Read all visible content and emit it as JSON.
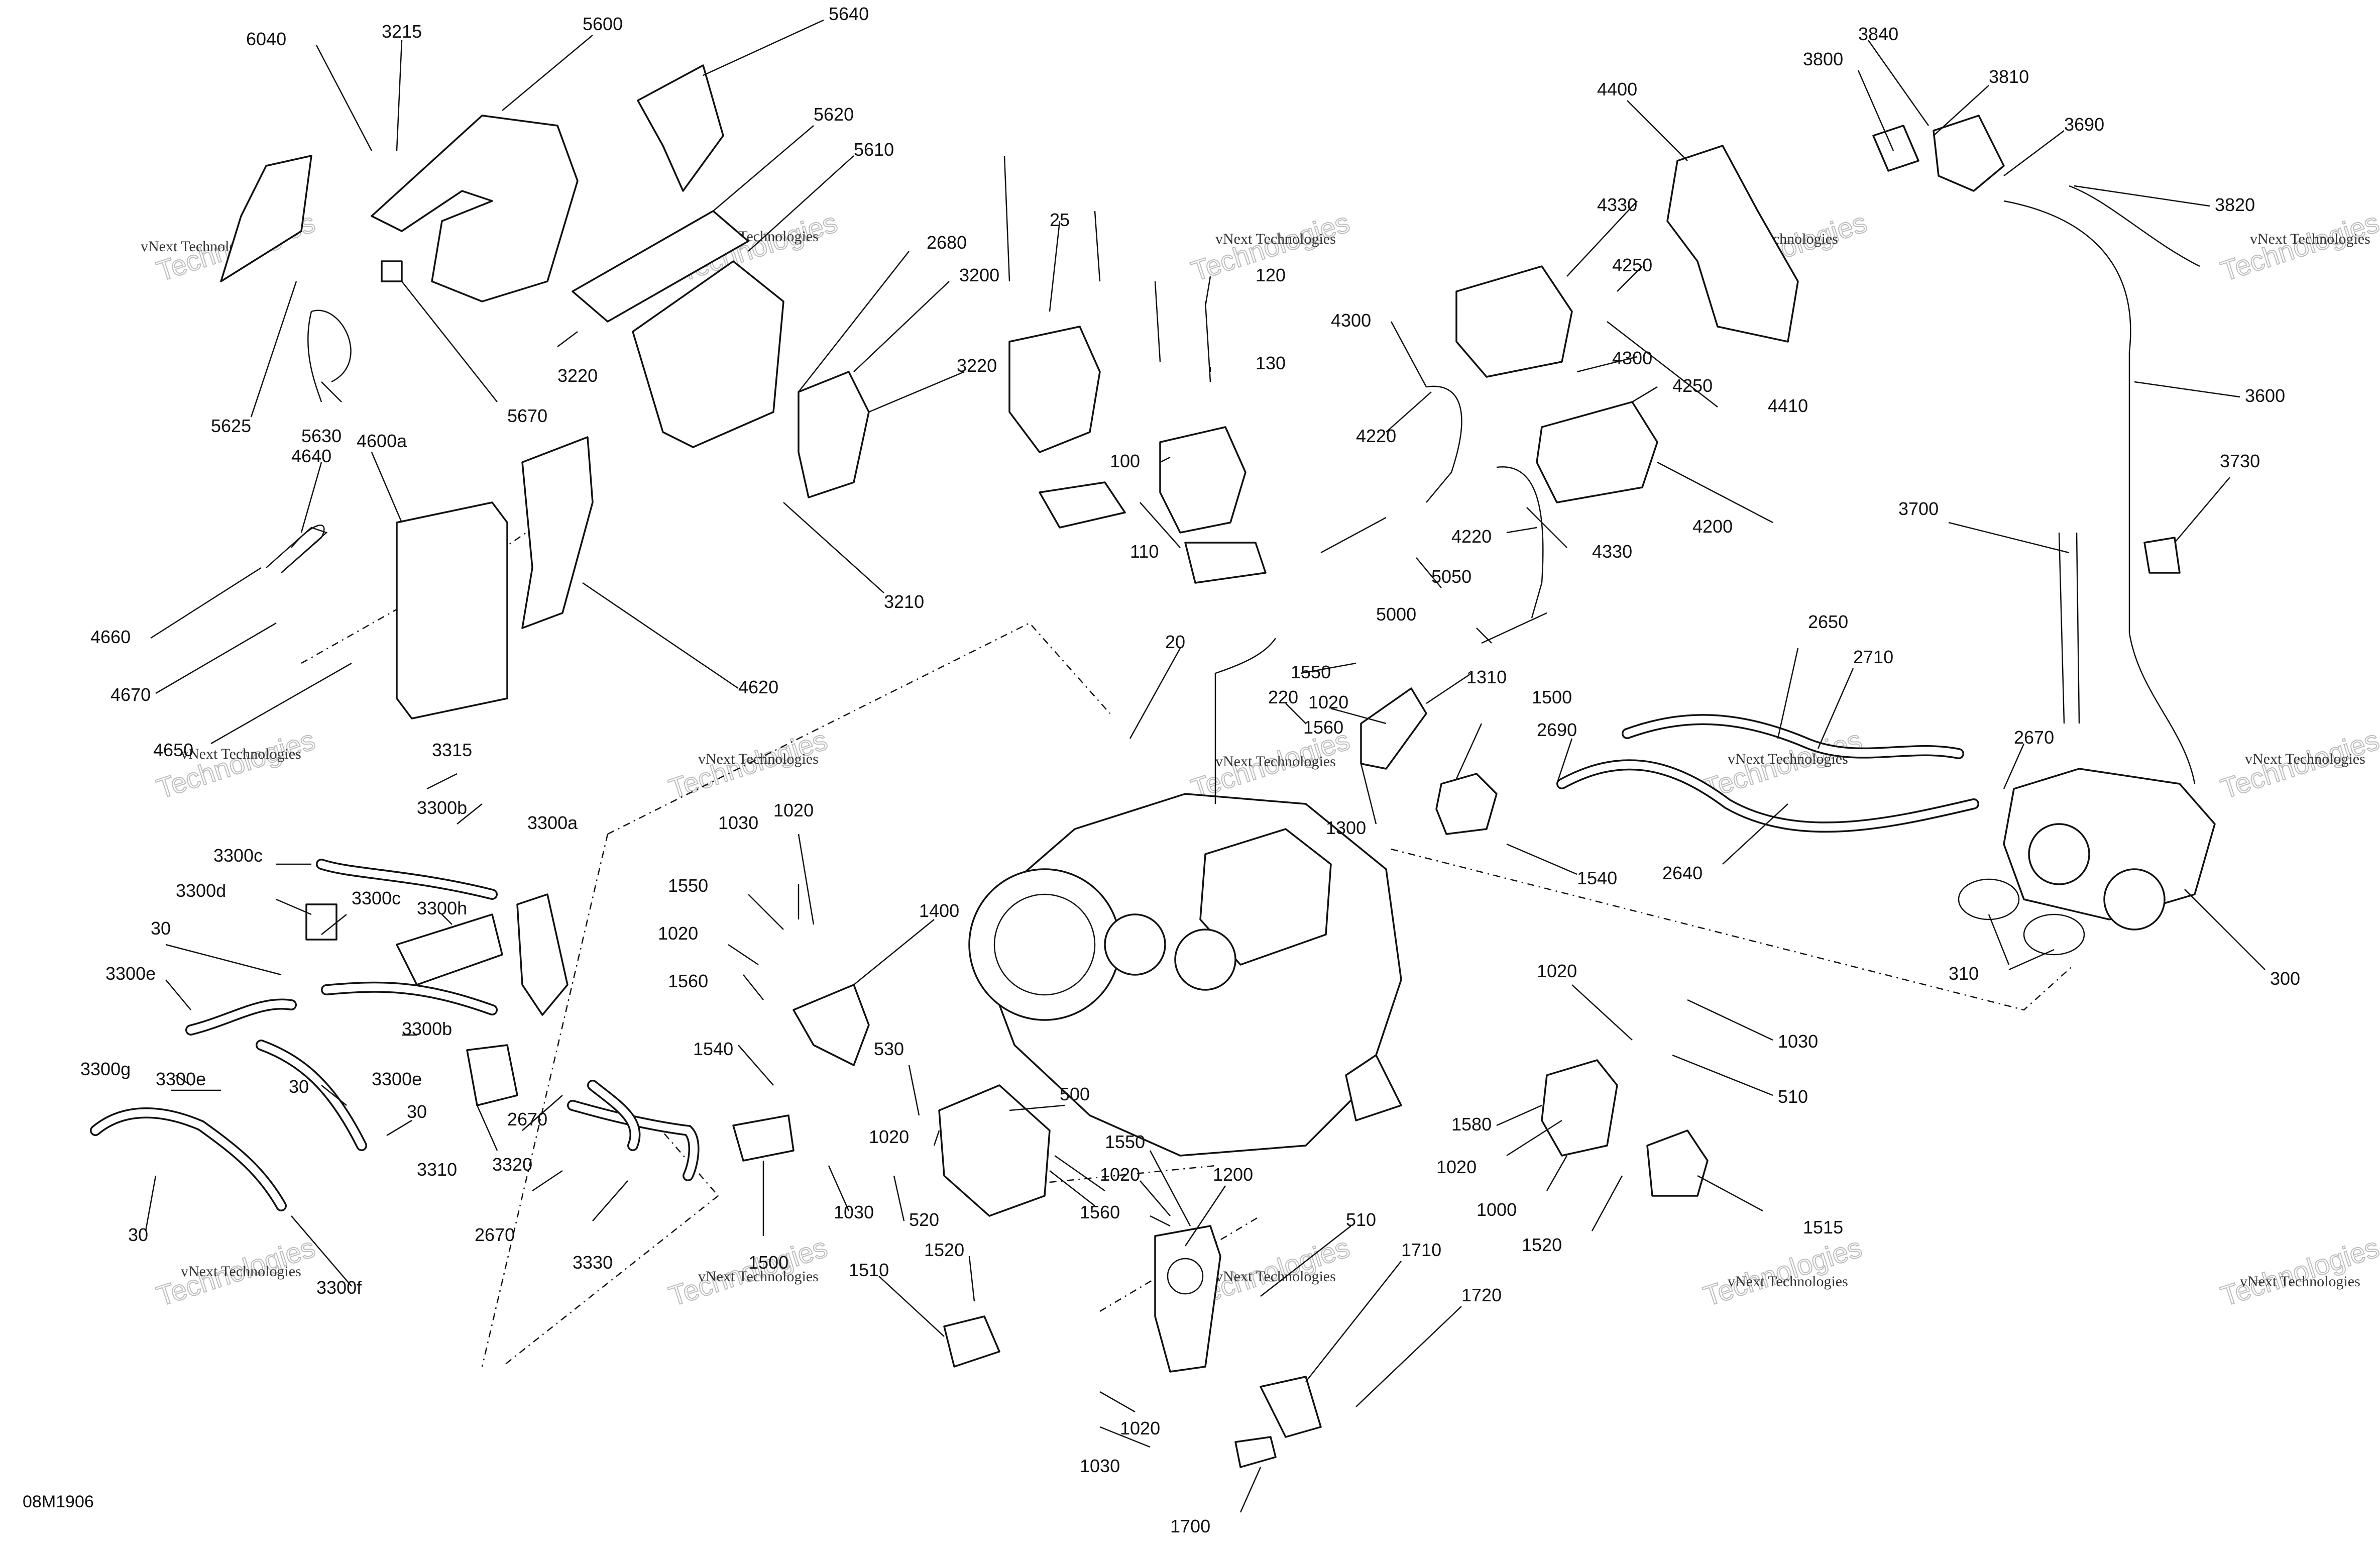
{
  "figure_id": "08M1906",
  "watermark": {
    "line1": "vNext",
    "line2": "Technologies",
    "small": "vNext Technologies"
  },
  "callouts": [
    "6040",
    "3215",
    "5600",
    "5640",
    "5620",
    "5610",
    "5625",
    "5630",
    "5670",
    "3220",
    "2680",
    "3200",
    "3220",
    "3210",
    "25",
    "120",
    "130",
    "100",
    "110",
    "4400",
    "4330",
    "4250",
    "4300",
    "4220",
    "4300",
    "4250",
    "4410",
    "4200",
    "4220",
    "4330",
    "5050",
    "5000",
    "1310",
    "3840",
    "3800",
    "3810",
    "3690",
    "3820",
    "3600",
    "3730",
    "3700",
    "4640",
    "4600a",
    "4660",
    "4670",
    "4650",
    "4620",
    "20",
    "1550",
    "220",
    "1020",
    "1560",
    "1300",
    "1500",
    "2690",
    "1540",
    "2650",
    "2710",
    "2640",
    "2670",
    "310",
    "300",
    "3315",
    "3300b",
    "3300a",
    "3300c",
    "3300d",
    "3300c",
    "3300h",
    "30",
    "3300e",
    "3300b",
    "3300g",
    "3300e",
    "30",
    "3300e",
    "30",
    "2670",
    "3310",
    "3320",
    "2670",
    "3330",
    "30",
    "3300f",
    "1030",
    "1020",
    "1550",
    "1020",
    "1560",
    "1400",
    "1540",
    "530",
    "500",
    "1020",
    "1030",
    "520",
    "1500",
    "1510",
    "1520",
    "1550",
    "1020",
    "1560",
    "1200",
    "510",
    "1710",
    "1720",
    "1020",
    "1030",
    "1700",
    "1020",
    "1030",
    "510",
    "1580",
    "1020",
    "1000",
    "1520",
    "1515"
  ]
}
